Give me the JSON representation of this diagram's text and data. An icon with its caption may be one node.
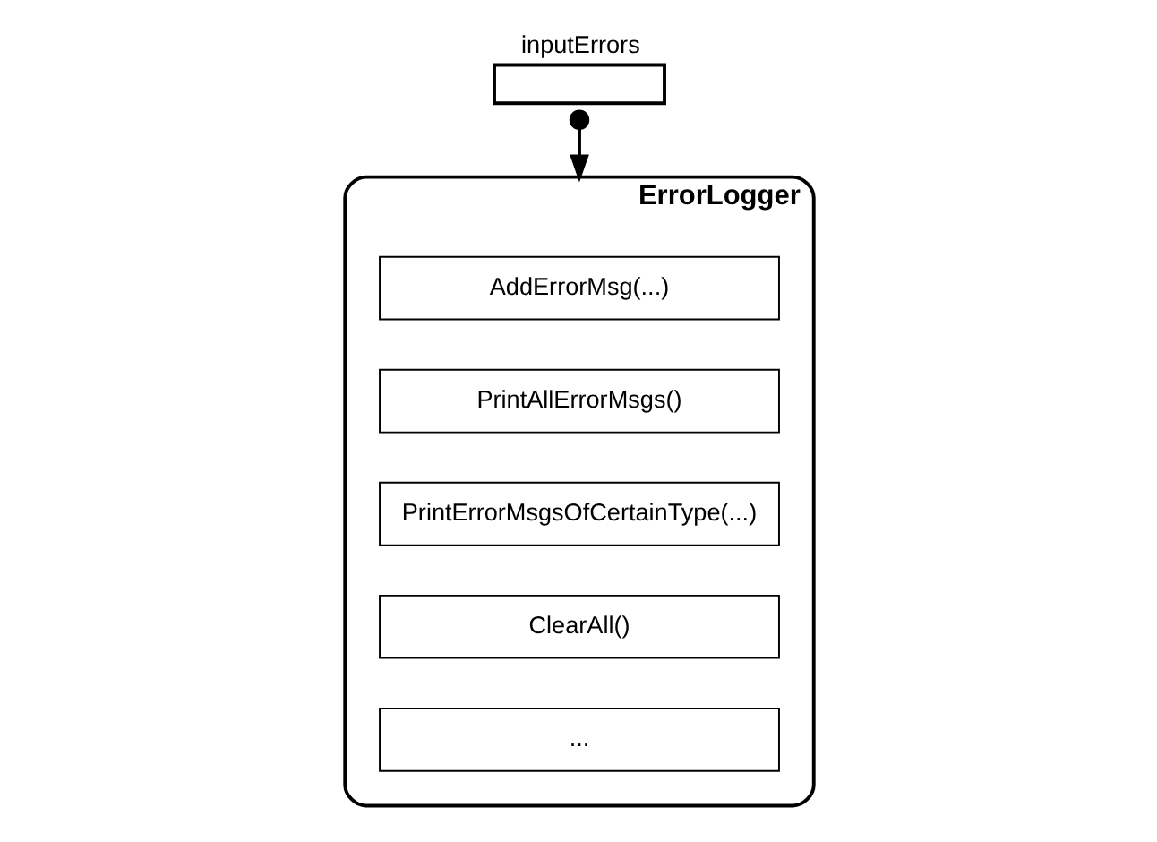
{
  "diagram": {
    "nodes": [
      {
        "text": [
          "inputErrors"
        ]
      },
      {
        "text": [
          "ErrorLogger"
        ]
      },
      {
        "text": [
          "AddErrorMsg(...)"
        ],
        "in": 1
      },
      {
        "text": [
          "PrintAllErrorMsgs()"
        ],
        "in": 1
      },
      {
        "text": [
          "PrintErrorMsgsOfCertainType(...)"
        ],
        "in": 1
      },
      {
        "text": [
          "ClearAll()"
        ],
        "in": 1
      },
      {
        "text": [
          "..."
        ],
        "in": 1
      }
    ],
    "edges": [
      {
        "from": 0,
        "to": 1,
        "arrow": "to"
      }
    ]
  }
}
